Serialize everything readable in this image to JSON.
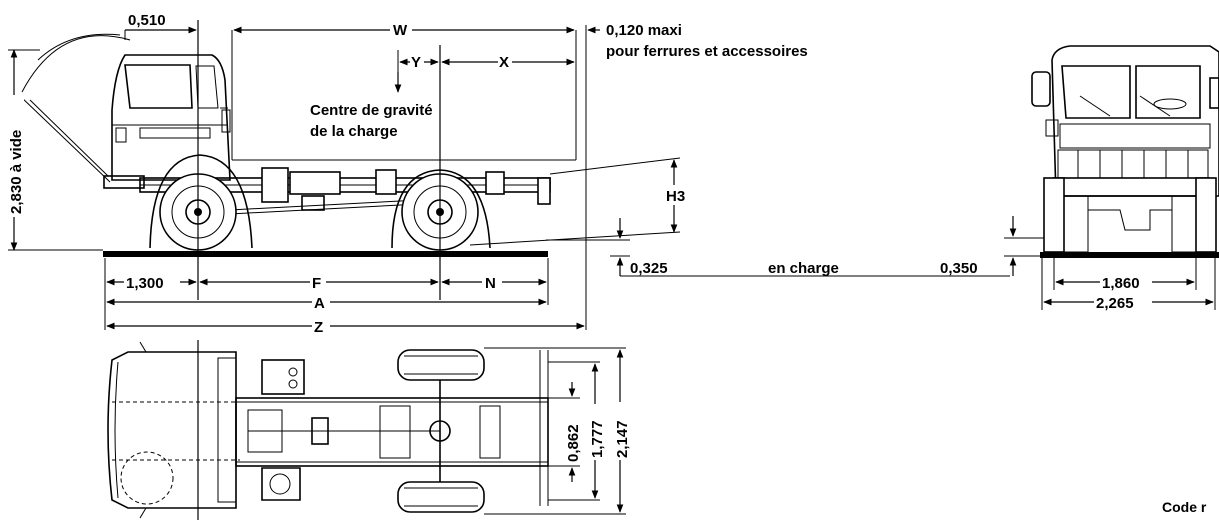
{
  "labels": {
    "cab_to_axle": "0,510",
    "w": "W",
    "overhang_max": "0,120 maxi",
    "overhang_note": "pour ferrures et accessoires",
    "y": "Y",
    "x": "X",
    "cog_line1": "Centre de gravité",
    "cog_line2": "de la charge",
    "height_unladen": "2,830 à vide",
    "h3": "H3",
    "front_overhang": "1,300",
    "f": "F",
    "n": "N",
    "a": "A",
    "z": "Z",
    "ground_front": "0,325",
    "en_charge": "en charge",
    "ground_rear": "0,350",
    "track": "1,860",
    "width": "2,265",
    "frame_width": "0,862",
    "frame_outer": "1,777",
    "overall_width": "2,147",
    "code": "Code r"
  }
}
